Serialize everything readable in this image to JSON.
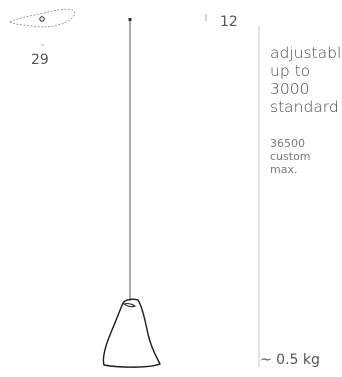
{
  "dimensions": {
    "canopy_diameter": "29",
    "height_mark": "12"
  },
  "cable": {
    "lines": [
      "adjustable",
      "up to",
      "3000",
      "standard"
    ],
    "custom_lines": [
      "36500",
      "custom",
      "max."
    ]
  },
  "weight": "~ 0.5 kg",
  "colors": {
    "line": "#222222",
    "dashed": "#888888",
    "text": "#4a4a4a"
  },
  "icons": [
    "canopy-outline-icon",
    "lamp-shade-icon"
  ]
}
